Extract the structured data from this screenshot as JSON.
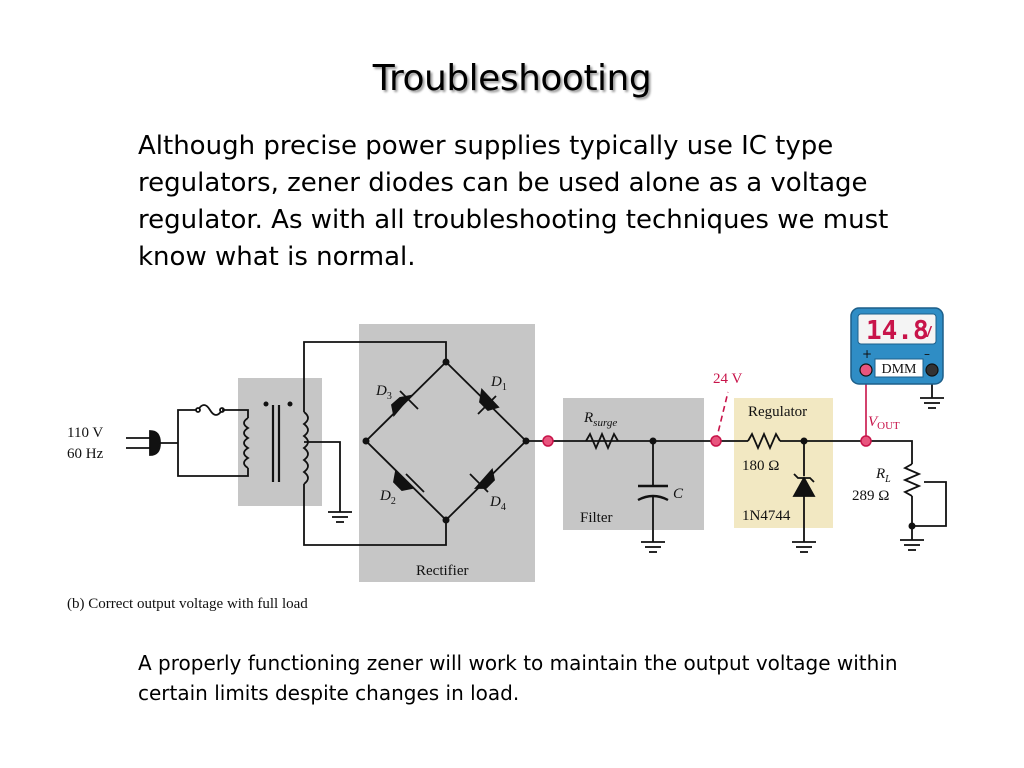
{
  "slide": {
    "title": "Troubleshooting",
    "intro": "Although precise power supplies typically use IC type regulators, zener diodes can be used alone as a voltage regulator. As with all troubleshooting techniques we must know what is normal.",
    "footer": "A properly functioning zener will work to maintain the output voltage within certain limits despite changes in load."
  },
  "circuit": {
    "source_voltage": "110 V",
    "source_freq": "60 Hz",
    "d1": "D",
    "d1_sub": "1",
    "d2": "D",
    "d2_sub": "2",
    "d3": "D",
    "d3_sub": "3",
    "d4": "D",
    "d4_sub": "4",
    "rectifier_label": "Rectifier",
    "rsurge": "R",
    "rsurge_sub": "surge",
    "cap": "C",
    "filter_label": "Filter",
    "test_voltage": "24 V",
    "regulator_label": "Regulator",
    "series_resistor": "180 Ω",
    "zener_part": "1N4744",
    "vout": "V",
    "vout_sub": "OUT",
    "rl": "R",
    "rl_sub": "L",
    "load_resistor": "289 Ω",
    "dmm_reading": "14.8",
    "dmm_unit": "V",
    "dmm_label": "DMM",
    "dmm_plus": "+",
    "dmm_minus": "–",
    "caption": "(b) Correct output voltage with full load"
  },
  "colors": {
    "block_gray": "#c6c6c6",
    "regulator_bg": "#f2e8c2",
    "probe_red": "#c8144a",
    "dmm_blue": "#2f8dc5"
  }
}
